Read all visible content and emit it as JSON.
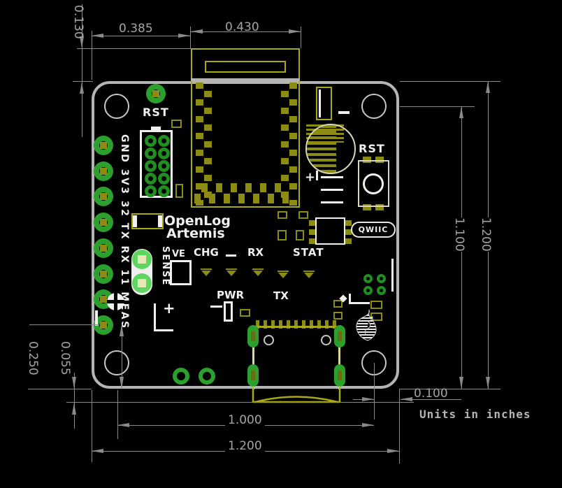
{
  "drawing": {
    "units_note": "Units in inches",
    "dimensions": {
      "module_overhang_top": "0.130",
      "left_edge_to_module": "0.385",
      "module_width": "0.430",
      "hole_row_to_bottom_edge": "1.100",
      "board_height": "1.200",
      "pin_row_to_bottom_edge": "0.250",
      "usb_overhang_bottom": "0.055",
      "mount_hole_spacing": "1.000",
      "board_width": "1.200",
      "hole_inset_from_edge": "0.100"
    }
  },
  "board": {
    "silkscreen": {
      "rst_top": "RST",
      "rst_button": "RST",
      "product_line1": "OpenLog",
      "product_line2": "Artemis",
      "pin_labels": "GND 3V3 32 TX RX 11 MEAS",
      "sense_label": "SENSE",
      "ve": "VE",
      "chg": "CHG",
      "rx": "RX",
      "stat": "STAT",
      "tx": "TX",
      "pwr": "PWR",
      "qwiic": "QWIIC",
      "plus": "+"
    },
    "colors": {
      "copper_pad_olive": "#8c8c14",
      "module_outline_yellow": "#a8a818",
      "pale_yellow": "#d8d890",
      "hole_ring_green": "#2ca02c",
      "bright_green": "#5fd65f",
      "silkscreen_white": "#f0f0f0",
      "board_outline_gray": "#b4b4b4",
      "dimension_gray": "#8a8a8a"
    }
  }
}
